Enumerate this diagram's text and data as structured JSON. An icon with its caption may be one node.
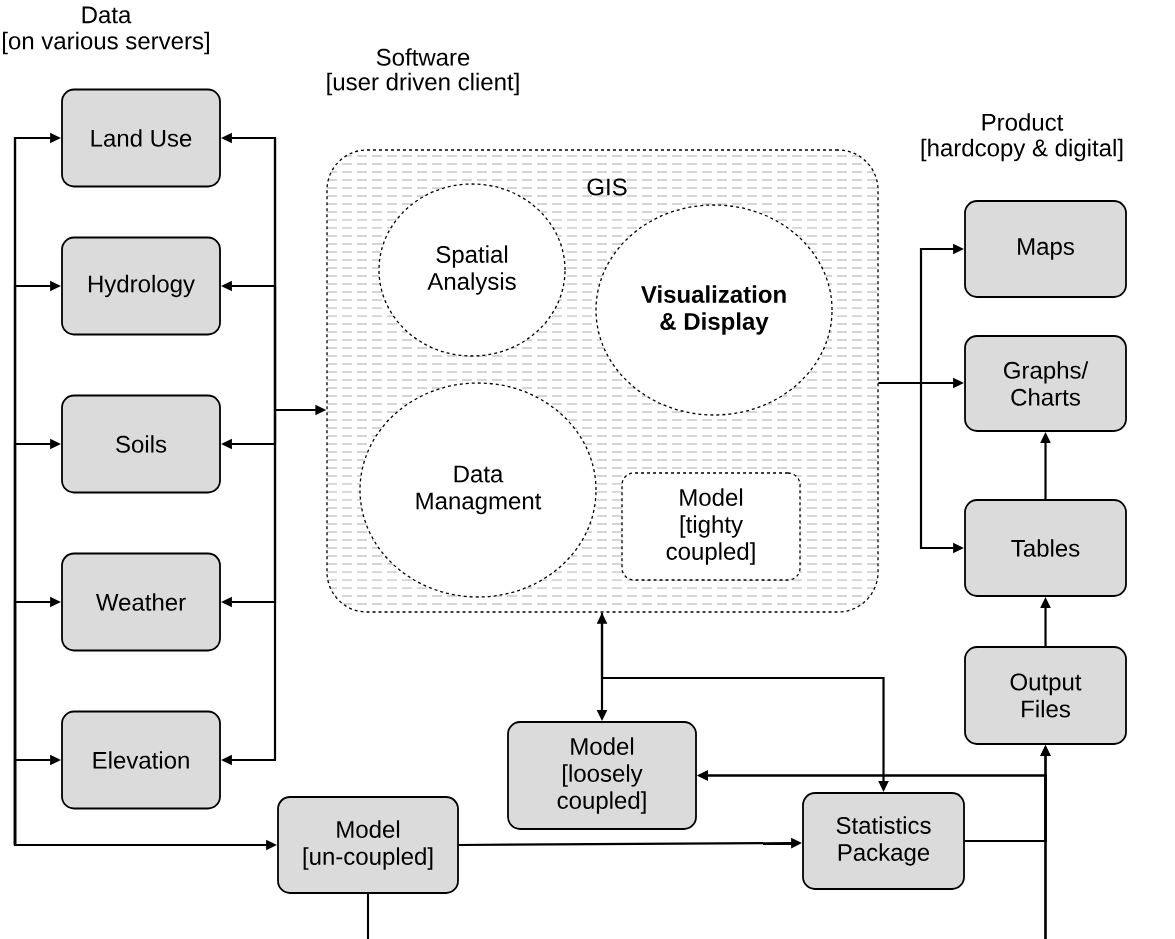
{
  "diagram": {
    "nodes": [
      {
        "text": [
          "Land Use"
        ]
      },
      {
        "text": [
          "Hydrology"
        ]
      },
      {
        "text": [
          "Soils"
        ]
      },
      {
        "text": [
          "Weather"
        ]
      },
      {
        "text": [
          "Elevation"
        ]
      },
      {
        "text": [
          "GIS"
        ]
      },
      {
        "text": [
          "Spatial Analysis"
        ],
        "in": 5
      },
      {
        "text": [
          "Visualization & Display"
        ],
        "in": 5
      },
      {
        "text": [
          "Data Managment"
        ],
        "in": 5
      },
      {
        "text": [
          "Model [tighty coupled]"
        ],
        "in": 5
      },
      {
        "text": [
          "Maps"
        ]
      },
      {
        "text": [
          "Graphs/ Charts"
        ]
      },
      {
        "text": [
          "Tables"
        ]
      },
      {
        "text": [
          "Output Files"
        ]
      },
      {
        "text": [
          "Model [loosely coupled]"
        ]
      },
      {
        "text": [
          "Model [un-coupled]"
        ]
      },
      {
        "text": [
          "Statistics Package"
        ]
      }
    ],
    "edges": [
      {
        "from": null,
        "to": 0,
        "arrow": "to"
      },
      {
        "from": null,
        "to": 1,
        "arrow": "to"
      },
      {
        "from": null,
        "to": 2,
        "arrow": "to"
      },
      {
        "from": null,
        "to": 3,
        "arrow": "to"
      },
      {
        "from": null,
        "to": 4,
        "arrow": "to"
      },
      {
        "from": null,
        "to": 15,
        "arrow": "to"
      },
      {
        "from": null,
        "to": 0,
        "arrow": "to"
      },
      {
        "from": null,
        "to": 1,
        "arrow": "to"
      },
      {
        "from": null,
        "to": 2,
        "arrow": "to"
      },
      {
        "from": null,
        "to": 3,
        "arrow": "to"
      },
      {
        "from": null,
        "to": 4,
        "arrow": "to"
      },
      {
        "from": null,
        "to": 5,
        "arrow": "to"
      },
      {
        "from": 5,
        "to": 10,
        "arrow": "to"
      },
      {
        "from": 5,
        "to": 11,
        "arrow": "to"
      },
      {
        "from": 5,
        "to": 12,
        "arrow": "to"
      },
      {
        "from": 12,
        "to": 11,
        "arrow": "to"
      },
      {
        "from": 13,
        "to": 12,
        "arrow": "to"
      },
      {
        "from": 5,
        "to": 14,
        "arrow": "both"
      },
      {
        "from": 5,
        "to": 16,
        "arrow": "to"
      },
      {
        "from": 15,
        "to": 16,
        "arrow": "to"
      },
      {
        "from": 16,
        "to": 13,
        "arrow": "to"
      },
      {
        "from": 16,
        "to": 14,
        "arrow": "to"
      },
      {
        "from": null,
        "to": 13,
        "arrow": "to"
      },
      {
        "from": null,
        "to": 14,
        "arrow": "to"
      },
      {
        "from": 15,
        "to": null,
        "arrow": "none"
      }
    ],
    "labels": [
      "Data",
      "[on various servers]",
      "Software",
      "[user driven client]",
      "Product",
      "[hardcopy & digital]"
    ]
  }
}
